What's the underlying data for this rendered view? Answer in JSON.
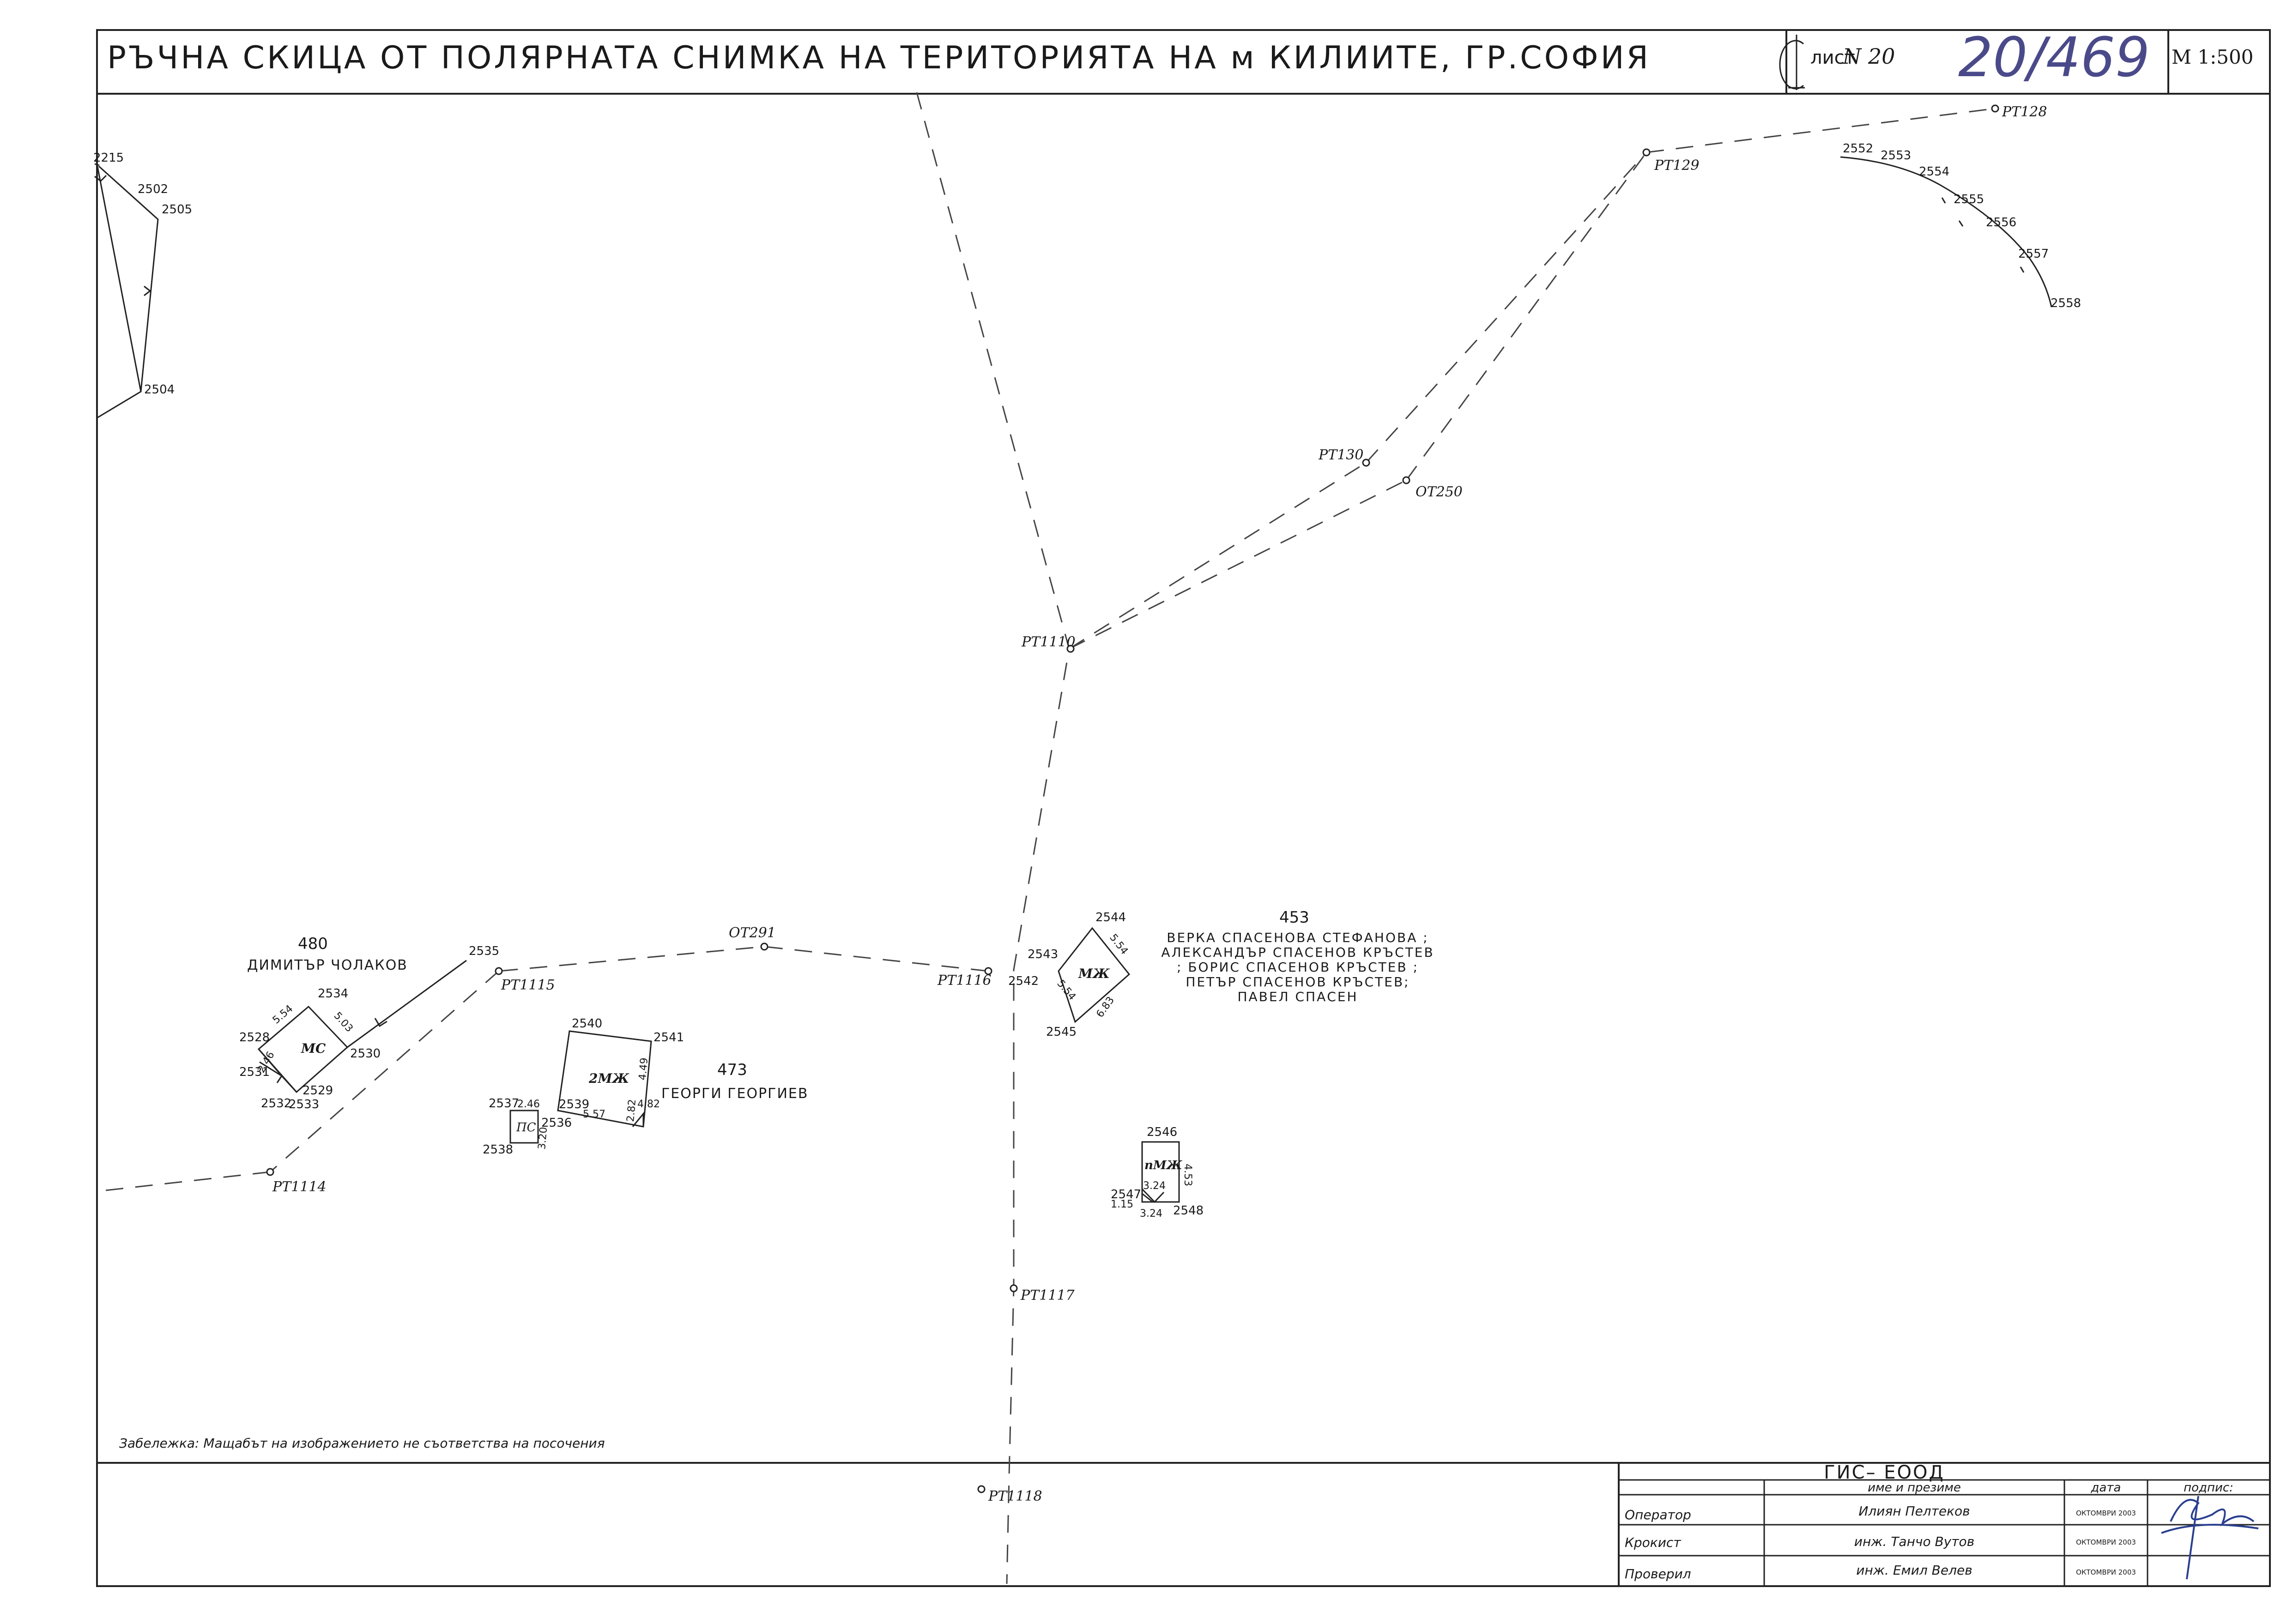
{
  "header": {
    "title": "РЪЧНА СКИЦА ОТ ПОЛЯРНАТА СНИМКА НА ТЕРИТОРИЯТА НА м КИЛИИТЕ, ГР.СОФИЯ",
    "sheet_prefix": "лист",
    "sheet_number": "N 20",
    "handwritten_number": "20/469",
    "scale": "М 1:500"
  },
  "stations": {
    "pt128": "PT128",
    "pt129": "PT129",
    "pt130": "PT130",
    "ot250": "OT250",
    "pt1110": "PT1110",
    "pt1116": "PT1116",
    "pt1117": "PT1117",
    "pt1118": "PT1118",
    "ot291": "OT291",
    "pt1115": "PT1115",
    "pt1114": "PT1114"
  },
  "points": {
    "p2215": "2215",
    "p2502": "2502",
    "p2505": "2505",
    "p2504": "2504",
    "p2552": "2552",
    "p2553": "2553",
    "p2554": "2554",
    "p2555": "2555",
    "p2556": "2556",
    "p2557": "2557",
    "p2558": "2558",
    "p2535": "2535",
    "p2534": "2534",
    "p2528": "2528",
    "p2531": "2531",
    "p2532": "2532",
    "p2533": "2533",
    "p2529": "2529",
    "p2530": "2530",
    "p2540": "2540",
    "p2541": "2541",
    "p2539": "2539",
    "p2537": "2537",
    "p2536": "2536",
    "p2538": "2538",
    "p2544": "2544",
    "p2543": "2543",
    "p2542": "2542",
    "p2545": "2545",
    "p2546": "2546",
    "p2547": "2547",
    "p2548": "2548"
  },
  "dimensions": {
    "d554a": "5.54",
    "d503": "5.03",
    "d246a": "2.46",
    "d449": "4.49",
    "d557": "5.57",
    "d282": "2.82",
    "d246b": "2.46",
    "d320": "3.20",
    "d554b": "5.54",
    "d554c": "5.54",
    "d683": "6.83",
    "d453": "4.53",
    "d324a": "3.24",
    "d324b": "3.24",
    "d115": "1.15"
  },
  "buildings": {
    "b_ms": "МС",
    "b_2mzh": "2МЖ",
    "b_ps": "ПС",
    "b_mzh": "МЖ",
    "b_nmzh": "пМЖ"
  },
  "parcels": {
    "p480_number": "480",
    "p480_owner": "ДИМИТЪР ЧОЛАКОВ",
    "p473_number": "473",
    "p473_owner": "ГЕОРГИ ГЕОРГИЕВ",
    "p453_number": "453",
    "p453_owners": [
      "ВЕРКА СПАСЕНОВА СТЕФАНОВА ;",
      "АЛЕКСАНДЪР СПАСЕНОВ КРЪСТЕВ",
      "; БОРИС СПАСЕНОВ КРЪСТЕВ ;",
      "ПЕТЪР СПАСЕНОВ КРЪСТЕВ;",
      "ПАВЕЛ СПАСЕН"
    ]
  },
  "note": "Забележка: Мащабът на изображението не съответства на посочения",
  "titleblock": {
    "company": "ГИС– ЕООД",
    "col_name": "име и презиме",
    "col_date": "дата",
    "col_sign": "подпис:",
    "rows": [
      {
        "role": "Оператор",
        "name": "Илиян Пелтеков",
        "date": "ОКТОМВРИ 2003"
      },
      {
        "role": "Крокист",
        "name": "инж. Танчо Вутов",
        "date": "ОКТОМВРИ 2003"
      },
      {
        "role": "Проверил",
        "name": "инж. Емил Велев",
        "date": "ОКТОМВРИ 2003"
      }
    ]
  }
}
